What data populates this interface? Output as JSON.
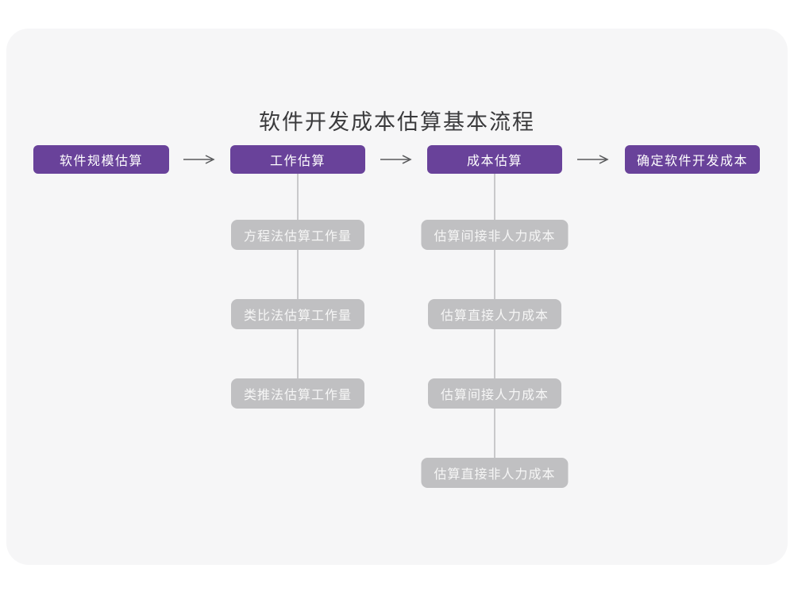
{
  "title": "软件开发成本估算基本流程",
  "colors": {
    "card_background": "#F6F6F7",
    "page_background": "#FFFFFF",
    "main_step_purple": "#69429A",
    "sub_step_gray": "#C0C0C2",
    "arrow_gray": "#58595B",
    "connector_gray": "#C9C9CB",
    "title_text": "#3A3A3C"
  },
  "icons": {
    "arrow_right": "→"
  },
  "flow": {
    "main_steps": [
      "软件规模估算",
      "工作估算",
      "成本估算",
      "确定软件开发成本"
    ],
    "work_estimation_methods": [
      "方程法估算工作量",
      "类比法估算工作量",
      "类推法估算工作量"
    ],
    "cost_estimation_steps": [
      "估算间接非人力成本",
      "估算直接人力成本",
      "估算间接人力成本",
      "估算直接非人力成本"
    ]
  }
}
